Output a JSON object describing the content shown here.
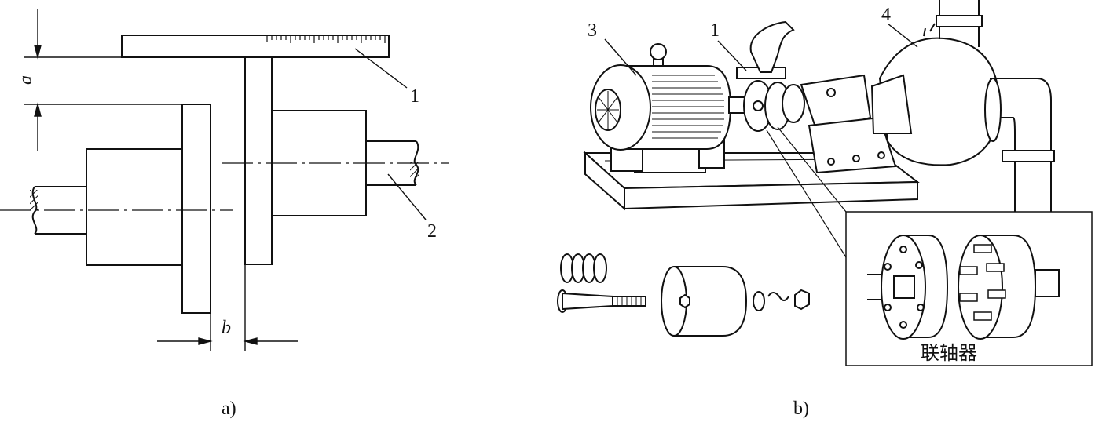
{
  "figure_a": {
    "caption": "a)",
    "dim_a": "a",
    "dim_b": "b",
    "callout_1": "1",
    "callout_2": "2"
  },
  "figure_b": {
    "caption": "b)",
    "callout_1": "1",
    "callout_3": "3",
    "callout_4": "4",
    "inset_title": "联轴器"
  }
}
